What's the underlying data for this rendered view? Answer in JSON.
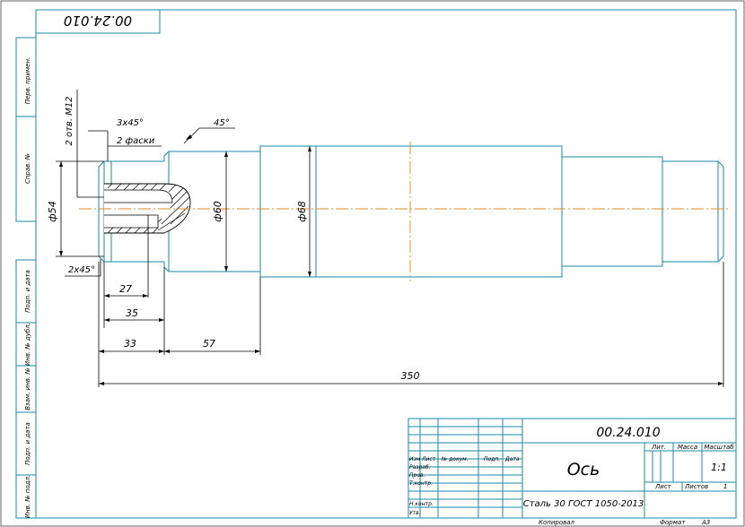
{
  "drawing": {
    "code": "00.24.010",
    "code_rotated": "00.24.010",
    "part_name": "Ось",
    "material": "Сталь 30 ГОСТ 1050-2013",
    "scale": "1:1",
    "sheet_label": "Лист",
    "sheets_label": "Листов",
    "sheets_value": "1",
    "letter_label": "Лит.",
    "mass_label": "Масса",
    "scale_label": "Масштаб",
    "copied_label": "Копировал",
    "format_label": "Формат",
    "format_value": "A3",
    "roles": [
      "Изм",
      "Лист",
      "№ докум.",
      "Подп.",
      "Дата"
    ],
    "rows": [
      "Разраб.",
      "Пров.",
      "Т.контр.",
      "",
      "Н.контр.",
      "Утв."
    ]
  },
  "side_stamps": [
    "Перв. примен.",
    "Справ. №",
    "Подп. и дата",
    "Инв. № дубл.",
    "Взам. инв. №",
    "Подп. и дата",
    "Инв. № подл."
  ],
  "dimensions": {
    "d54": "ф54",
    "d60": "ф60",
    "d68": "ф68",
    "len27": "27",
    "len35": "35",
    "len33": "33",
    "len57": "57",
    "len350": "350",
    "chamfer_3x45": "3х45°",
    "chamfers_2": "2 фаски",
    "holes_m12": "2 отв. М12",
    "chamfer_2x45": "2х45°",
    "angle_45": "45°"
  },
  "colors": {
    "frame": "#1a8aa8",
    "axis": "#e08a1e",
    "line": "#000000"
  }
}
